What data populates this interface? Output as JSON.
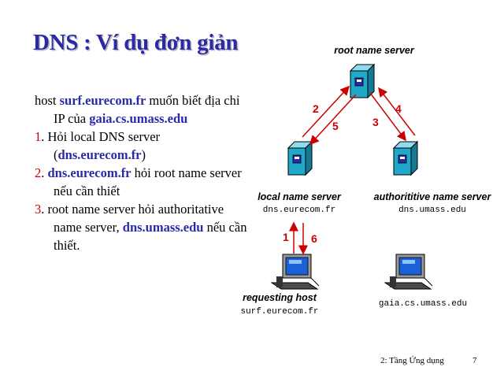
{
  "slide_title": "DNS : Ví dụ đơn giản",
  "body": {
    "p1_a": "host ",
    "p1_host": "surf.eurecom.fr",
    "p1_b": " muốn biết địa chỉ IP của ",
    "p1_target": "gaia.cs.umass.edu",
    "p2_num": "1",
    "p2_a": ". Hỏi local DNS server (",
    "p2_server": "dns.eurecom.fr",
    "p2_b": ")",
    "p3_num": "2",
    "p3_dot": ". ",
    "p3_server": "dns.eurecom.fr",
    "p3_a": " hỏi root name server nếu cần thiết",
    "p4_num": "3",
    "p4_a": ". root name server hỏi authoritative name server, ",
    "p4_server": "dns.umass.edu",
    "p4_b": " nếu cần thiết."
  },
  "diagram": {
    "root_label": "root name server",
    "local_label": "local name server",
    "local_domain": "dns.eurecom.fr",
    "auth_label": "authorititive name server",
    "auth_domain": "dns.umass.edu",
    "req_label": "requesting host",
    "req_domain": "surf.eurecom.fr",
    "gaia_domain": "gaia.cs.umass.edu",
    "steps": [
      "1",
      "2",
      "3",
      "4",
      "5",
      "6"
    ],
    "arrow_color": "#cc0000",
    "server_color": "#1fa8c8"
  },
  "footer": {
    "chapter": "2: Tầng Ứng dụng",
    "page": "7"
  }
}
